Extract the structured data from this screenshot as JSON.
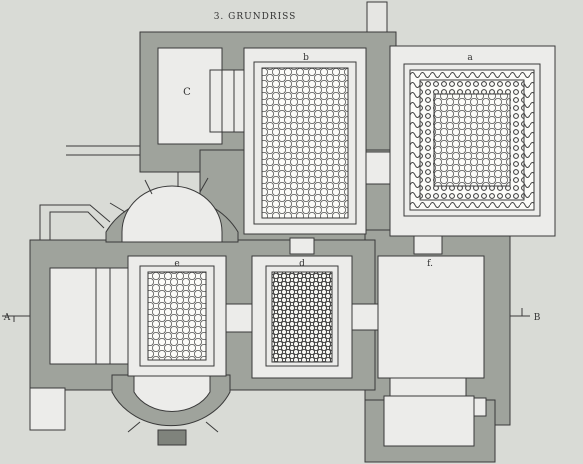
{
  "title": "3. GRUNDRISS",
  "rooms": [
    {
      "id": "a",
      "label": "a"
    },
    {
      "id": "b",
      "label": "b"
    },
    {
      "id": "c",
      "label": "C"
    },
    {
      "id": "d",
      "label": "d"
    },
    {
      "id": "e",
      "label": "e"
    },
    {
      "id": "f",
      "label": "f."
    }
  ],
  "section_markers": {
    "left": "A",
    "right": "B"
  },
  "colors": {
    "paper": "#d9dbd6",
    "wall": "#9fa39c",
    "room": "#ececea",
    "line": "#3a3a3a",
    "mosaic": "#fbfbf8"
  }
}
